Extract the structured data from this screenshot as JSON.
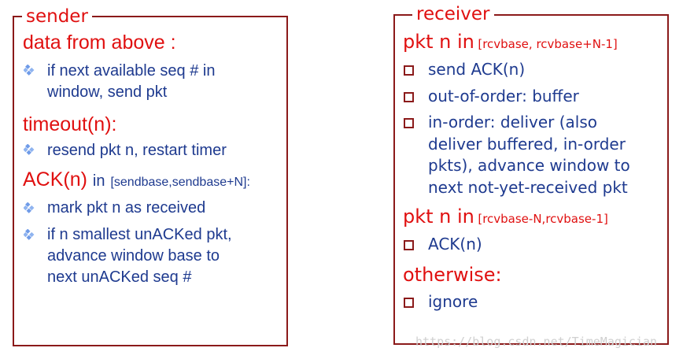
{
  "sender": {
    "title": "sender",
    "data_from_above": {
      "heading": "data from above :",
      "bullets": [
        {
          "lines": [
            "if next available seq # in",
            "window, send pkt"
          ]
        }
      ]
    },
    "timeout": {
      "heading": "timeout(n):",
      "bullets": [
        {
          "lines": [
            "resend pkt n, restart timer"
          ]
        }
      ]
    },
    "ack": {
      "heading": "ACK(n)",
      "heading_suffix": "in",
      "range": "[sendbase,sendbase+N]:",
      "bullets": [
        {
          "lines": [
            "mark pkt n as received"
          ]
        },
        {
          "lines": [
            "if n smallest unACKed pkt,",
            "advance window base to",
            "next unACKed seq #"
          ]
        }
      ]
    }
  },
  "receiver": {
    "title": "receiver",
    "in_window": {
      "heading": "pkt n in",
      "range": "[rcvbase, rcvbase+N-1]",
      "bullets": [
        {
          "lines": [
            "send ACK(n)"
          ]
        },
        {
          "lines": [
            "out-of-order: buffer"
          ]
        },
        {
          "lines": [
            "in-order: deliver (also",
            "deliver buffered, in-order",
            "pkts), advance window to",
            "next not-yet-received pkt"
          ]
        }
      ]
    },
    "prev_window": {
      "heading": "pkt n in",
      "range": "[rcvbase-N,rcvbase-1]",
      "bullets": [
        {
          "lines": [
            "ACK(n)"
          ]
        }
      ]
    },
    "otherwise": {
      "heading": "otherwise:",
      "bullets": [
        {
          "lines": [
            "ignore"
          ]
        }
      ]
    }
  },
  "watermark": "https://blog.csdn.net/TimeMagician",
  "colors": {
    "heading": "#e01010",
    "body": "#1e3a8f",
    "border": "#8b1a1a"
  }
}
